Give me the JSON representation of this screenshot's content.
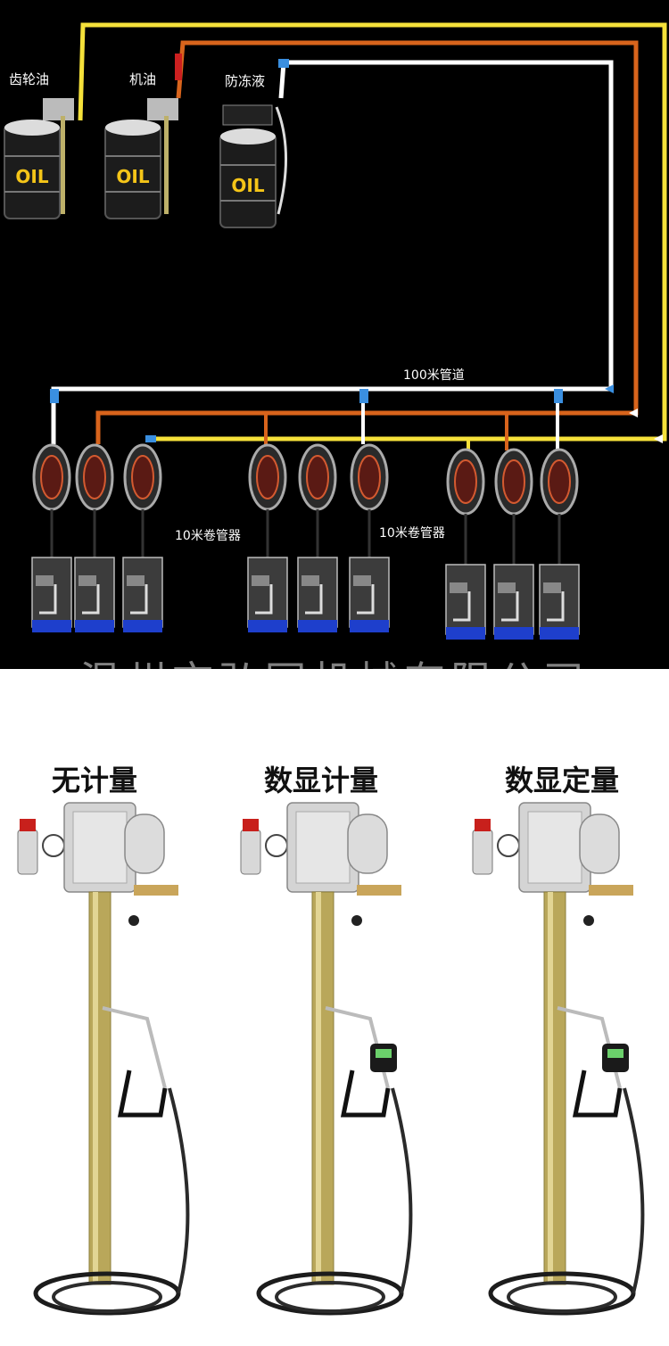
{
  "diagram": {
    "tanks": [
      {
        "label": "齿轮油",
        "drum_text": "OIL"
      },
      {
        "label": "机油",
        "drum_text": "OIL"
      },
      {
        "label": "防冻液",
        "drum_text": "OIL"
      }
    ],
    "pipeline_label": "100米管道",
    "reel_labels": [
      "10米卷管器",
      "10米卷管器"
    ],
    "pipe_colors": {
      "gear_oil": "#f5e13a",
      "engine_oil": "#d8641c",
      "antifreeze": "#ffffff",
      "connector": "#3a8fe0"
    }
  },
  "watermark": "温州市弘冠机械有限公司",
  "pumps": [
    {
      "title": "无计量"
    },
    {
      "title": "数显计量"
    },
    {
      "title": "数显定量"
    }
  ]
}
